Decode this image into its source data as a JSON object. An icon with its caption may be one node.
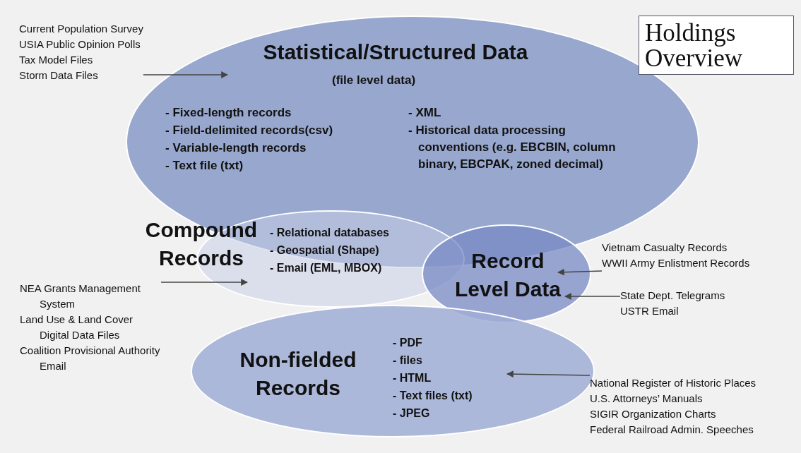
{
  "diagram": {
    "title": "Holdings Overview",
    "nodes": [
      {
        "text": [
          "Statistical/Structured Data",
          "(file level data)",
          "- Fixed-length records",
          "- Field-delimited records(csv)",
          "- Variable-length records",
          "- Text file (txt)",
          "- XML",
          "- Historical data processing conventions (e.g. EBCBIN, column binary, EBCPAK, zoned decimal)"
        ]
      },
      {
        "text": [
          "Compound Records",
          "- Relational databases",
          "- Geospatial (Shape)",
          "- Email (EML, MBOX)"
        ]
      },
      {
        "text": [
          "Record Level Data"
        ]
      },
      {
        "text": [
          "Non-fielded Records",
          "- PDF",
          "- files",
          "- HTML",
          "- Text files (txt)",
          "- JPEG"
        ]
      },
      {
        "text": [
          "Current Population Survey",
          "USIA Public Opinion Polls",
          "Tax Model Files",
          "Storm Data Files"
        ]
      },
      {
        "text": [
          "NEA Grants Management System",
          "Land Use & Land Cover Digital Data Files",
          "Coalition Provisional Authority Email"
        ]
      },
      {
        "text": [
          "Vietnam Casualty Records",
          "WWII Army Enlistment Records"
        ]
      },
      {
        "text": [
          "State Dept. Telegrams",
          "USTR Email"
        ]
      },
      {
        "text": [
          "National Register of Historic Places",
          "U.S. Attorneys’ Manuals",
          "SIGIR Organization Charts",
          "Federal Railroad Admin. Speeches"
        ]
      }
    ],
    "edges": [
      {
        "from": 4,
        "to": 0,
        "arrow": "to"
      },
      {
        "from": 5,
        "to": 1,
        "arrow": "to"
      },
      {
        "from": 6,
        "to": 2,
        "arrow": "to"
      },
      {
        "from": 7,
        "to": 2,
        "arrow": "to"
      },
      {
        "from": 8,
        "to": 3,
        "arrow": "to"
      }
    ]
  }
}
